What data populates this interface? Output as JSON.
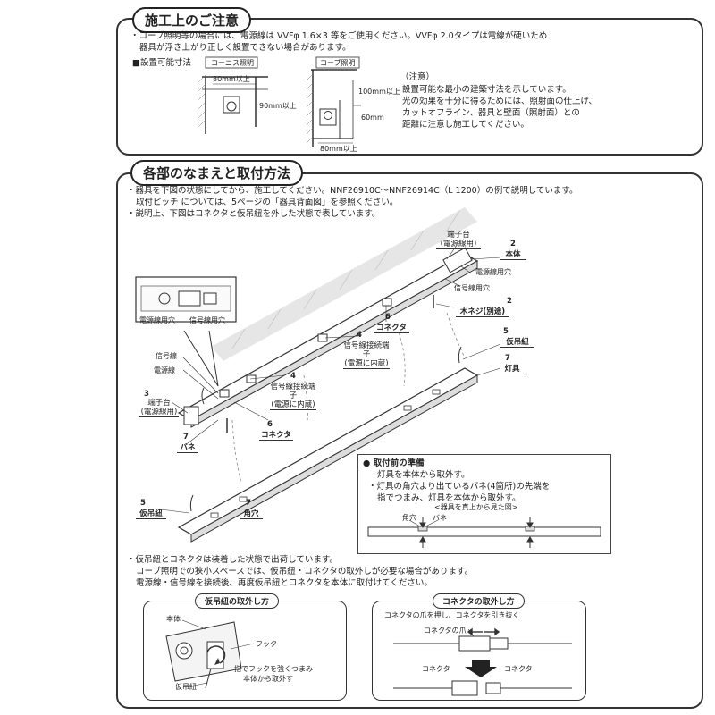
{
  "section1": {
    "title": "施工上のご注意",
    "line1": "・コーブ照明等の場合には、電源線は VVFφ 1.6×3 等をご使用ください。VVFφ 2.0タイプは電線が硬いため",
    "line2": "器具が浮き上がり正しく設置できない場合があります。",
    "install_label": "■設置可能寸法",
    "cornice_label": "コーニス照明",
    "cove_label": "コーブ照明",
    "dim_80_a": "80mm以上",
    "dim_90": "90mm以上",
    "dim_100": "100mm以上",
    "dim_60": "60mm",
    "dim_80_b": "80mm以上",
    "note_title": "（注意）",
    "note1": "設置可能な最小の建築寸法を示しています。",
    "note2": "光の効果を十分に得るためには、照射面の仕上げ、",
    "note3": "カットオフライン、器具と壁面（照射面）との",
    "note4": "距離に注意し施工してください。"
  },
  "section2": {
    "title": "各部のなまえと取付方法",
    "line1": "・器具を下図の状態にしてから、施工してください。NNF26910C～NNF26914C（L 1200）の例で説明しています。",
    "line2": "取付ピッチ については、5ページの「器具背面図」を参照ください。",
    "line3": "・説明上、下図はコネクタと仮吊紐を外した状態で表しています。",
    "inset_power_hole": "電源線用穴",
    "inset_signal_hole": "信号線用穴",
    "signal_wire": "信号線",
    "power_wire": "電源線",
    "parts": {
      "terminal_top": "端子台\n(電源線用)",
      "p2_num": "2",
      "p2_name": "本体",
      "power_hole": "電源線用穴",
      "signal_hole": "信号線用穴",
      "screw_num": "2",
      "screw_name": "木ネジ(別途)",
      "conn_num_top": "6",
      "conn_name_top": "コネクタ",
      "sig_term_num_top": "4",
      "sig_term_name_top": "信号線接続端子\n(電源に内蔵)",
      "hang_num_right": "5",
      "hang_name_right": "仮吊紐",
      "lamp_num": "7",
      "lamp_name": "灯具",
      "sig_term_num_mid": "4",
      "sig_term_name_mid": "信号線接続端子\n(電源に内蔵)",
      "terminal_left_num": "3",
      "terminal_left_name": "端子台\n(電源線用)",
      "conn_num_mid": "6",
      "conn_name_mid": "コネクタ",
      "spring_num": "7",
      "spring_name": "バネ",
      "hang_num_left": "5",
      "hang_name_left": "仮吊紐",
      "corner_num": "7",
      "corner_name": "角穴"
    },
    "prep": {
      "title": "● 取付前の準備",
      "line1": "灯具を本体から取外す。",
      "line2": "・灯具の角穴より出ているバネ(4箇所)の先端を",
      "line3": "指でつまみ、灯具を本体から取外す。",
      "caption": "<器具を真上から見た図>",
      "corner": "角穴",
      "spring": "バネ"
    },
    "bottom_note1": "・仮吊紐とコネクタは装着した状態で出荷しています。",
    "bottom_note2": "コーブ照明での狭小スペースでは、仮吊紐・コネクタの取外しが必要な場合があります。",
    "bottom_note3": "電源線・信号線を接続後、再度仮吊紐とコネクタを本体に取付けてください。",
    "hang_box": {
      "title": "仮吊紐の取外し方",
      "body": "本体",
      "hook": "フック",
      "instr1": "指でフックを強くつまみ",
      "instr2": "本体から取外す",
      "hang": "仮吊紐"
    },
    "conn_box": {
      "title": "コネクタの取外し方",
      "instr": "コネクタの爪を押し、コネクタを引き抜く",
      "claw": "コネクタの爪",
      "conn_left": "コネクタ",
      "conn_right": "コネクタ"
    }
  }
}
